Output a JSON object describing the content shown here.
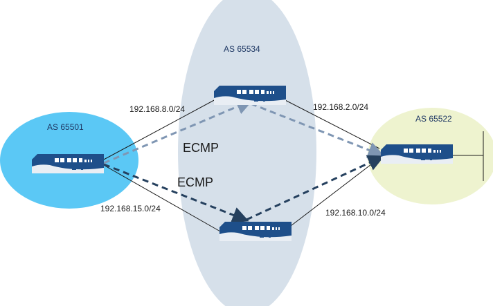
{
  "autonomous_systems": {
    "left": "AS 65501",
    "center": "AS 65534",
    "right": "AS 65522"
  },
  "subnets": {
    "left_top": "192.168.8.0/24",
    "right_top": "192.168.2.0/24",
    "left_bottom": "192.168.15.0/24",
    "right_bottom": "192.168.10.0/24"
  },
  "ecmp": {
    "upper": "ECMP",
    "lower": "ECMP"
  },
  "colors": {
    "left_as": "#5bc8f5",
    "center_as": "#d6e0ea",
    "right_as": "#eef3cf",
    "as_label": "#1f3864",
    "device_body": "#1e4f8a",
    "ecmp_upper": "#7f96b3",
    "ecmp_lower": "#25405e"
  },
  "icons": {
    "router": "firewall-router-icon"
  }
}
